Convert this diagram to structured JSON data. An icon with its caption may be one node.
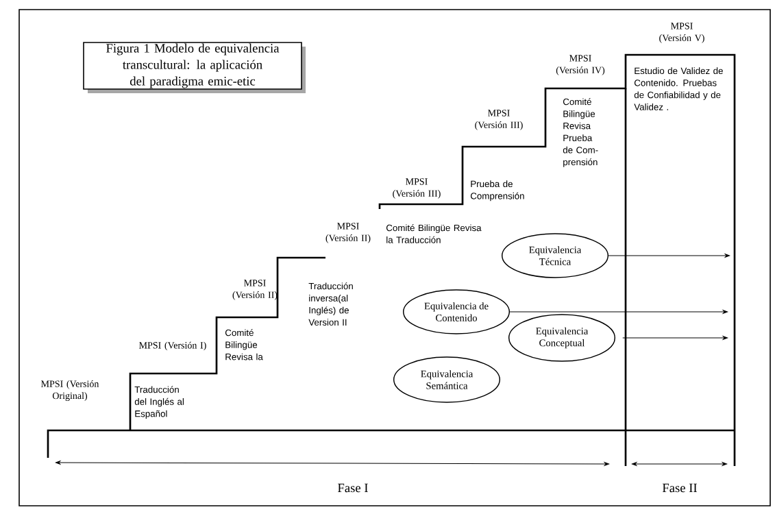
{
  "diagram": {
    "title": "Figura 1 Modelo de equivalencia transcultural: la aplicación del paradigma emic-etic",
    "nodes": [
      {
        "text": [
          "Equivalencia Técnica"
        ]
      },
      {
        "text": [
          "Equivalencia de Contenido"
        ]
      },
      {
        "text": [
          "Equivalencia Conceptual"
        ]
      },
      {
        "text": [
          "Equivalencia Semántica"
        ]
      }
    ],
    "edges": [
      {
        "from": 0,
        "to": null,
        "arrow": "to"
      },
      {
        "from": 1,
        "to": null,
        "arrow": "to"
      },
      {
        "from": 2,
        "to": null,
        "arrow": "to"
      }
    ],
    "labels": [
      "MPSI (Versión Original)",
      "Traducción del Inglés al Español",
      "MPSI (Versión I)",
      "Comité Bilingüe Revisa la",
      "MPSI (Versión II)",
      "Traducción inversa(al Inglés) de Version II",
      "MPSI (Versión II)",
      "Comité Bilingüe Revisa la Traducción",
      "MPSI (Versión III)",
      "Prueba de Comprensión",
      "MPSI (Versión III)",
      "Comité Bilingüe Revisa Prueba de Com- prensión",
      "MPSI (Versión IV)",
      "Estudio de Validez de Contenido. Pruebas de Confiabilidad y de Validez .",
      "MPSI (Versión V)",
      "Fase I",
      "Fase II"
    ]
  }
}
